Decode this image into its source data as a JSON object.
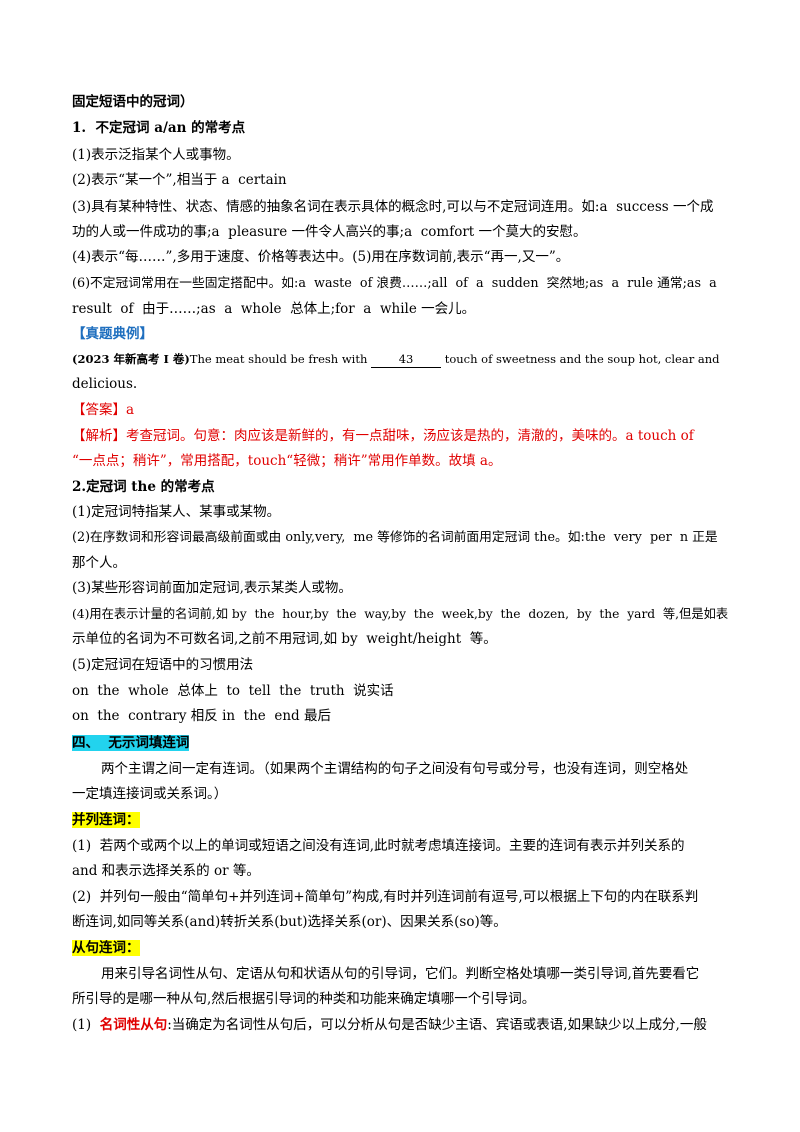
{
  "doc": {
    "l1": "固定短语中的冠词）",
    "l2": "1.  不定冠词 a/an 的常考点",
    "l3": "(1)表示泛指某个人或事物。",
    "l4": "(2)表示“某一个”,相当于 a  certain",
    "l5": "(3)具有某种特性、状态、情感的抽象名词在表示具体的概念时,可以与不定冠词连用。如:a  success 一个成",
    "l6": "功的人或一件成功的事;a  pleasure 一件令人高兴的事;a  comfort 一个莫大的安慰。",
    "l7": "(4)表示“每……”,多用于速度、价格等表达中。(5)用在序数词前,表示“再一,又一”。",
    "l8": "(6)不定冠词常用在一些固定搭配中。如:a  waste  of 浪费……;all  of  a  sudden  突然地;as  a  rule 通常;as  a",
    "l9": "result  of  由于……;as  a  whole  总体上;for  a  while 一会儿。",
    "l10": "【真题典例】",
    "l11_prefix": "(2023 年新高考 I 卷)",
    "l11_text1": "The meat should be fresh with ",
    "l11_blank": "43",
    "l11_text2": " touch of sweetness and the soup hot, clear and",
    "l12": "delicious.",
    "l13": "【答案】a",
    "l14": "【解析】考查冠词。句意：肉应该是新鲜的，有一点甜味，汤应该是热的，清澈的，美味的。a touch of",
    "l15": "“一点点；稍许”，常用搭配，touch“轻微；稍许”常用作单数。故填 a。",
    "l16": "2.定冠词 the 的常考点",
    "l17": "(1)定冠词特指某人、某事或某物。",
    "l18": "(2)在序数词和形容词最高级前面或由 only,very,  me 等修饰的名词前面用定冠词 the。如:the  very  per  n 正是",
    "l19": "那个人。",
    "l20": "(3)某些形容词前面加定冠词,表示某类人或物。",
    "l21": "(4)用在表示计量的名词前,如 by  the  hour,by  the  way,by  the  week,by  the  dozen,  by  the  yard  等,但是如表",
    "l22": "示单位的名词为不可数名词,之前不用冠词,如 by  weight/height  等。",
    "l23": "(5)定冠词在短语中的习惯用法",
    "l24": "on  the  whole  总体上  to  tell  the  truth  说实话",
    "l25": "on  the  contrary 相反 in  the  end 最后",
    "l26": "四、  无示词填连词",
    "l27": "两个主谓之间一定有连词。（如果两个主谓结构的句子之间没有句号或分号，也没有连词，则空格处",
    "l28": "一定填连接词或关系词。）",
    "l29": "并列连词：",
    "l30": "(1)  若两个或两个以上的单词或短语之间没有连词,此时就考虑填连接词。主要的连词有表示并列关系的",
    "l31": "and 和表示选择关系的 or 等。",
    "l32": "(2)  并列句一般由“简单句+并列连词+简单句”构成,有时并列连词前有逗号,可以根据上下句的内在联系判",
    "l33": "断连词,如同等关系(and)转折关系(but)选择关系(or)、因果关系(so)等。",
    "l34": "从句连词：",
    "l35": "用来引导名词性从句、定语从句和状语从句的引导词，它们。判断空格处填哪一类引导词,首先要看它",
    "l36": "所引导的是哪一种从句,然后根据引导词的种类和功能来确定填哪一个引导词。",
    "l37_prefix": "(1)  ",
    "l37_red": "名词性从句",
    "l37_text": ":当确定为名词性从句后，可以分析从句是否缺少主语、宾语或表语,如果缺少以上成分,一般"
  }
}
